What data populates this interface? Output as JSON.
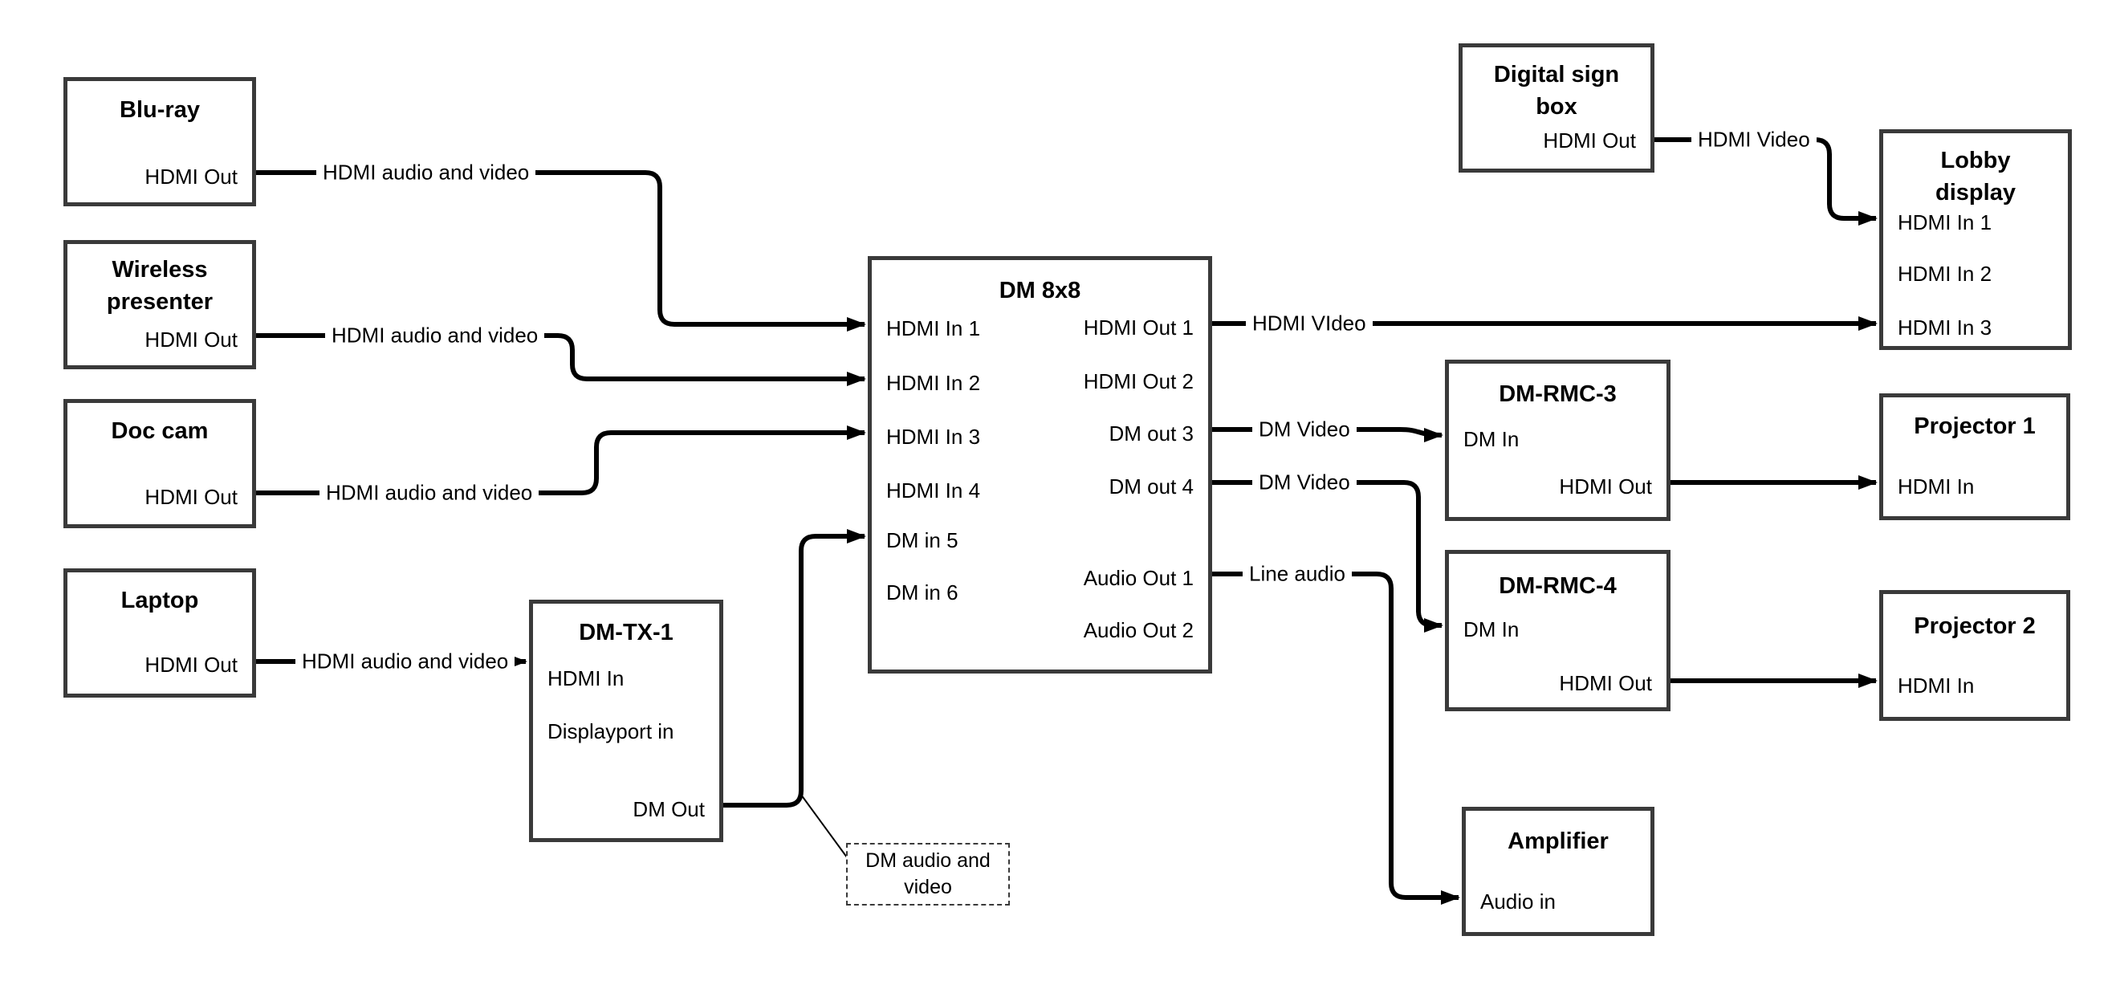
{
  "diagram": {
    "background_color": "#ffffff",
    "line_color": "#000000",
    "box_border_color": "#3a3a3a",
    "text_color": "#000000",
    "nodes": [
      {
        "id": "bluray",
        "title_lines": [
          "Blu-ray"
        ],
        "ports": [
          {
            "id": "hdmi-out",
            "label": "HDMI Out"
          }
        ]
      },
      {
        "id": "wireless-presenter",
        "title_lines": [
          "Wireless",
          "presenter"
        ],
        "ports": [
          {
            "id": "hdmi-out",
            "label": "HDMI Out"
          }
        ]
      },
      {
        "id": "doc-cam",
        "title_lines": [
          "Doc cam"
        ],
        "ports": [
          {
            "id": "hdmi-out",
            "label": "HDMI Out"
          }
        ]
      },
      {
        "id": "laptop",
        "title_lines": [
          "Laptop"
        ],
        "ports": [
          {
            "id": "hdmi-out",
            "label": "HDMI Out"
          }
        ]
      },
      {
        "id": "dm-tx-1",
        "title_lines": [
          "DM-TX-1"
        ],
        "ports": [
          {
            "id": "hdmi-in",
            "label": "HDMI In"
          },
          {
            "id": "displayport-in",
            "label": "Displayport in"
          },
          {
            "id": "dm-out",
            "label": "DM Out"
          }
        ]
      },
      {
        "id": "dm-8x8",
        "title_lines": [
          "DM 8x8"
        ],
        "ports": [
          {
            "id": "hdmi-in-1",
            "label": "HDMI In 1"
          },
          {
            "id": "hdmi-in-2",
            "label": "HDMI In 2"
          },
          {
            "id": "hdmi-in-3",
            "label": "HDMI In 3"
          },
          {
            "id": "hdmi-in-4",
            "label": "HDMI In 4"
          },
          {
            "id": "dm-in-5",
            "label": "DM in 5"
          },
          {
            "id": "dm-in-6",
            "label": "DM in 6"
          },
          {
            "id": "hdmi-out-1",
            "label": "HDMI Out 1"
          },
          {
            "id": "hdmi-out-2",
            "label": "HDMI Out 2"
          },
          {
            "id": "dm-out-3",
            "label": "DM out 3"
          },
          {
            "id": "dm-out-4",
            "label": "DM out 4"
          },
          {
            "id": "audio-out-1",
            "label": "Audio Out 1"
          },
          {
            "id": "audio-out-2",
            "label": "Audio Out 2"
          }
        ]
      },
      {
        "id": "digital-sign-box",
        "title_lines": [
          "Digital sign",
          "box"
        ],
        "ports": [
          {
            "id": "hdmi-out",
            "label": "HDMI Out"
          }
        ]
      },
      {
        "id": "lobby-display",
        "title_lines": [
          "Lobby",
          "display"
        ],
        "ports": [
          {
            "id": "hdmi-in-1",
            "label": "HDMI In 1"
          },
          {
            "id": "hdmi-in-2",
            "label": "HDMI In 2"
          },
          {
            "id": "hdmi-in-3",
            "label": "HDMI In 3"
          }
        ]
      },
      {
        "id": "dm-rmc-3",
        "title_lines": [
          "DM-RMC-3"
        ],
        "ports": [
          {
            "id": "dm-in",
            "label": "DM In"
          },
          {
            "id": "hdmi-out",
            "label": "HDMI Out"
          }
        ]
      },
      {
        "id": "projector-1",
        "title_lines": [
          "Projector 1"
        ],
        "ports": [
          {
            "id": "hdmi-in",
            "label": "HDMI In"
          }
        ]
      },
      {
        "id": "dm-rmc-4",
        "title_lines": [
          "DM-RMC-4"
        ],
        "ports": [
          {
            "id": "dm-in",
            "label": "DM In"
          },
          {
            "id": "hdmi-out",
            "label": "HDMI Out"
          }
        ]
      },
      {
        "id": "projector-2",
        "title_lines": [
          "Projector 2"
        ],
        "ports": [
          {
            "id": "hdmi-in",
            "label": "HDMI In"
          }
        ]
      },
      {
        "id": "amplifier",
        "title_lines": [
          "Amplifier"
        ],
        "ports": [
          {
            "id": "audio-in",
            "label": "Audio in"
          }
        ]
      }
    ],
    "note": {
      "id": "dm-audio-video-note",
      "text_lines": [
        "DM audio and",
        "video"
      ]
    },
    "connections": [
      {
        "from": "bluray.hdmi-out",
        "to": "dm-8x8.hdmi-in-1",
        "label": "HDMI audio and video"
      },
      {
        "from": "wireless-presenter.hdmi-out",
        "to": "dm-8x8.hdmi-in-2",
        "label": "HDMI audio and video"
      },
      {
        "from": "doc-cam.hdmi-out",
        "to": "dm-8x8.hdmi-in-3",
        "label": "HDMI audio and video"
      },
      {
        "from": "laptop.hdmi-out",
        "to": "dm-tx-1.hdmi-in",
        "label": "HDMI audio and video"
      },
      {
        "from": "dm-tx-1.dm-out",
        "to": "dm-8x8.dm-in-5",
        "label": ""
      },
      {
        "from": "dm-8x8.hdmi-out-1",
        "to": "lobby-display.hdmi-in-3",
        "label": "HDMI VIdeo"
      },
      {
        "from": "dm-8x8.dm-out-3",
        "to": "dm-rmc-3.dm-in",
        "label": "DM Video"
      },
      {
        "from": "dm-8x8.dm-out-4",
        "to": "dm-rmc-4.dm-in",
        "label": "DM Video"
      },
      {
        "from": "dm-8x8.audio-out-1",
        "to": "amplifier.audio-in",
        "label": "Line audio"
      },
      {
        "from": "dm-rmc-3.hdmi-out",
        "to": "projector-1.hdmi-in",
        "label": ""
      },
      {
        "from": "dm-rmc-4.hdmi-out",
        "to": "projector-2.hdmi-in",
        "label": ""
      },
      {
        "from": "digital-sign-box.hdmi-out",
        "to": "lobby-display.hdmi-in-1",
        "label": "HDMI Video"
      },
      {
        "from": "dm-tx-1.dm-out-line",
        "to": "dm-audio-video-note",
        "label": ""
      }
    ]
  }
}
